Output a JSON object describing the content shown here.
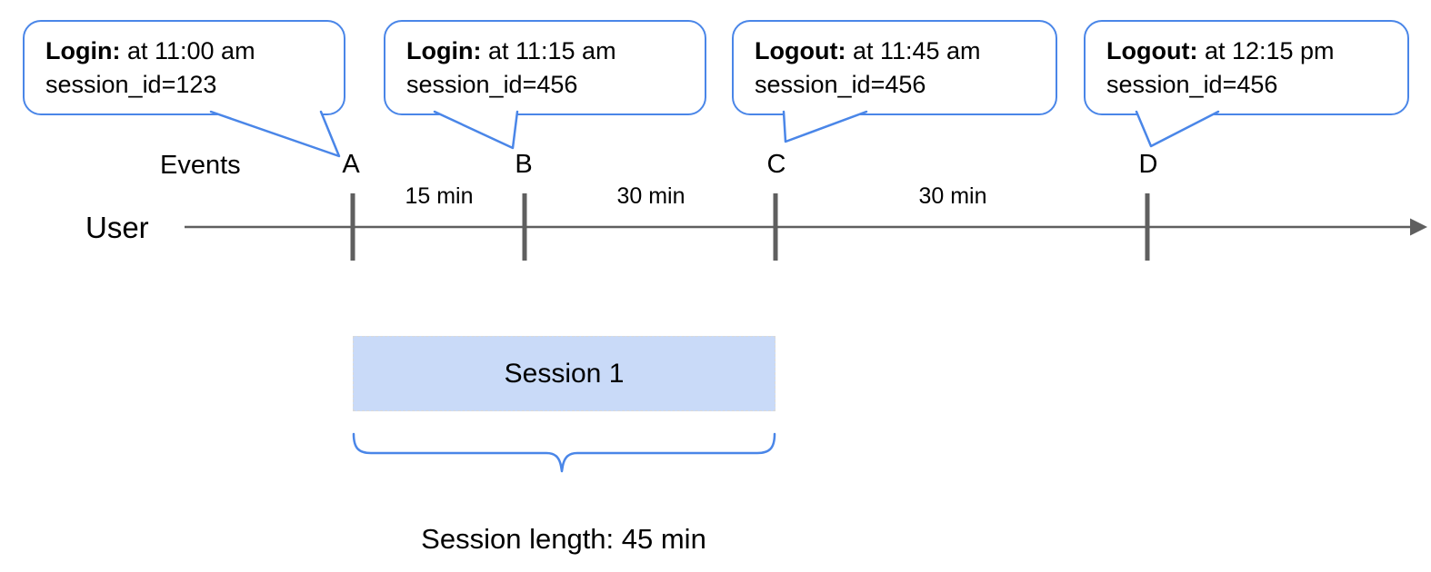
{
  "diagram": {
    "title_context": "User login/logout session timeline",
    "callouts": [
      {
        "event": "Login:",
        "detail": " at 11:00 am",
        "session": "session_id=123",
        "marker": "A"
      },
      {
        "event": "Login:",
        "detail": " at 11:15 am",
        "session": "session_id=456",
        "marker": "B"
      },
      {
        "event": "Logout:",
        "detail": " at 11:45 am",
        "session": "session_id=456",
        "marker": "C"
      },
      {
        "event": "Logout:",
        "detail": " at 12:15 pm",
        "session": "session_id=456",
        "marker": "D"
      }
    ],
    "events_label": "Events",
    "timeline_label": "User",
    "event_markers": [
      "A",
      "B",
      "C",
      "D"
    ],
    "intervals": [
      "15 min",
      "30 min",
      "30 min"
    ],
    "session_box_label": "Session 1",
    "session_length_label": "Session length: 45 min",
    "colors": {
      "callout_border": "#4a86e8",
      "brace": "#4a86e8",
      "session_fill": "#c9daf8",
      "timeline": "#5f5f5f",
      "text": "#000000"
    }
  }
}
